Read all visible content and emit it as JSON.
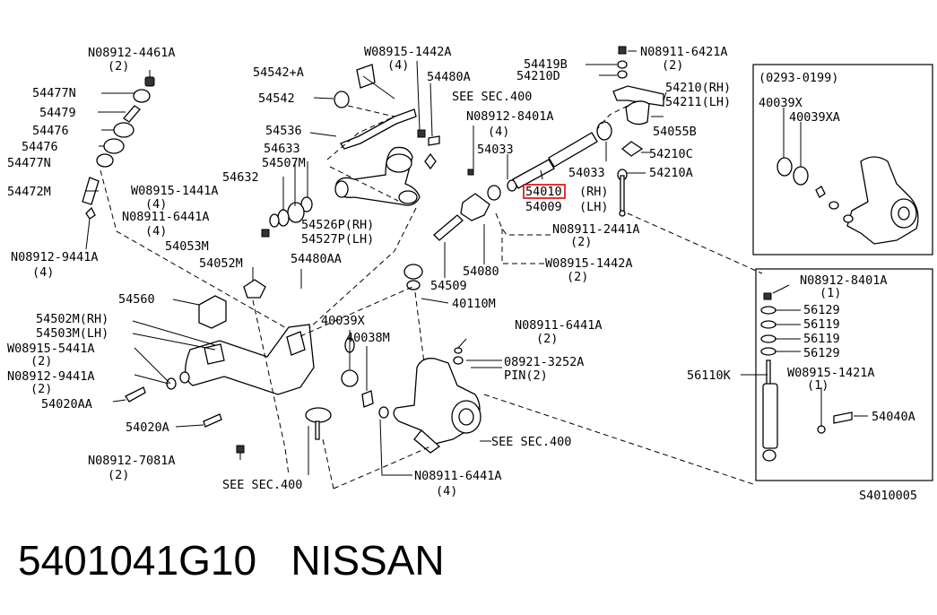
{
  "labels": {
    "n_08912_4461A": "N08912-4461A",
    "q2_a": "(2)",
    "p54477N_a": "54477N",
    "p54479": "54479",
    "p54476_a": "54476",
    "p54476_b": "54476",
    "p54477N_b": "54477N",
    "p54472M": "54472M",
    "n_08912_9441A_a": "N08912-9441A",
    "q4_a": "(4)",
    "p54542A": "54542+A",
    "p54542": "54542",
    "p54536": "54536",
    "p54633": "54633",
    "p54507M": "54507M",
    "p54632": "54632",
    "w_08915_1441A": "W08915-1441A",
    "q4_b": "(4)",
    "n_08911_6441A_a": "N08911-6441A",
    "q4_c": "(4)",
    "p54526P": "54526P(RH)",
    "p54527P": "54527P(LH)",
    "p54053M": "54053M",
    "p54052M": "54052M",
    "p54480AA": "54480AA",
    "w_08915_1442A_a": "W08915-1442A",
    "q4_d": "(4)",
    "p54480A": "54480A",
    "see400_a": "SEE SEC.400",
    "n_08912_8401A_a": "N08912-8401A",
    "q4_e": "(4)",
    "p54033_a": "54033",
    "p54010": "54010",
    "rh_a": "(RH)",
    "p54009": "54009",
    "lh_a": "(LH)",
    "n_08911_2441A": "N08911-2441A",
    "q2_b": "(2)",
    "p54080": "54080",
    "w_08915_1442A_b": "W08915-1442A",
    "q2_c": "(2)",
    "p54509": "54509",
    "p40110M": "40110M",
    "p54419B": "54419B",
    "p54210D": "54210D",
    "n_08911_6421A": "N08911-6421A",
    "q2_d": "(2)",
    "p54210": "54210(RH)",
    "p54211": "54211(LH)",
    "p54055B": "54055B",
    "p54210C": "54210C",
    "p54033_b": "54033",
    "p54210A": "54210A",
    "inset_range": "(0293-0199)",
    "p40039X_a": "40039X",
    "p40039XA": "40039XA",
    "p54560": "54560",
    "p54502M": "54502M(RH)",
    "p54503M": "54503M(LH)",
    "w_08915_5441A": "W08915-5441A",
    "q2_e": "(2)",
    "n_08912_9441A_b": "N08912-9441A",
    "q2_f": "(2)",
    "p54020AA": "54020AA",
    "p54020A": "54020A",
    "n_08912_7081A": "N08912-7081A",
    "q2_g": "(2)",
    "see400_b": "SEE SEC.400",
    "p40039X_b": "40039X",
    "p40038M": "40038M",
    "n_08911_6441A_b": "N08911-6441A",
    "q2_h": "(2)",
    "p08921": "08921-3252A",
    "pin2": "PIN(2)",
    "see400_c": "SEE SEC.400",
    "n_08911_6441A_c": "N08911-6441A",
    "q4_f": "(4)",
    "n_08912_8401A_b": "N08912-8401A",
    "q1_a": "(1)",
    "p56129_a": "56129",
    "p56119_a": "56119",
    "p56119_b": "56119",
    "p56129_b": "56129",
    "p56110K": "56110K",
    "w_08915_1421A": "W08915-1421A",
    "q1_b": "(1)",
    "p54040A": "54040A",
    "figure_code": "S4010005"
  },
  "footer": {
    "part_number": "5401041G10",
    "brand": "NISSAN"
  },
  "colors": {
    "highlight": "#e00000",
    "ink": "#000000"
  }
}
